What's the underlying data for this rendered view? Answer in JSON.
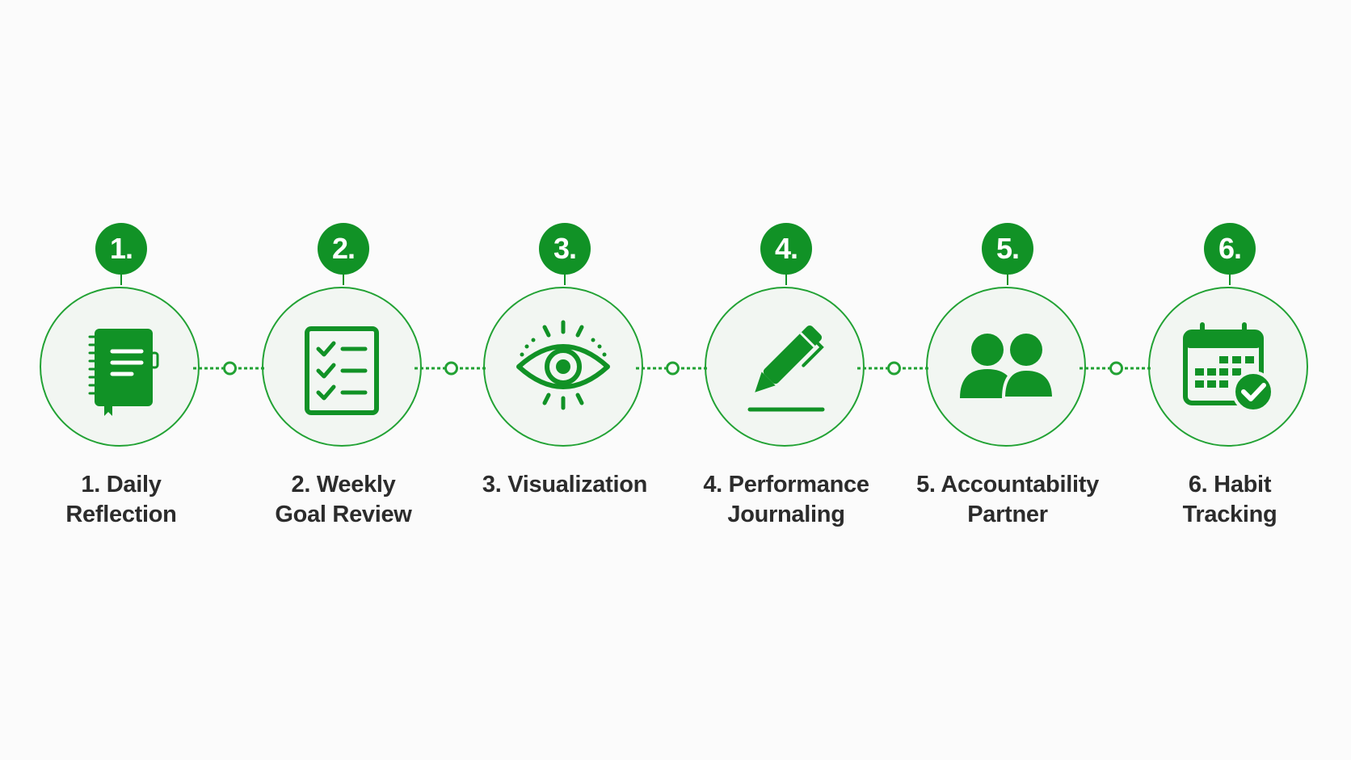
{
  "colors": {
    "accent": "#119226",
    "accent_light": "#22a234",
    "circle_fill": "#f2f6f2",
    "label_text": "#2c2c2c",
    "background": "#fbfbfb"
  },
  "steps": [
    {
      "number": "1.",
      "label_line1": "1. Daily",
      "label_line2": "Reflection",
      "icon": "notebook-icon"
    },
    {
      "number": "2.",
      "label_line1": "2. Weekly",
      "label_line2": "Goal Review",
      "icon": "checklist-icon"
    },
    {
      "number": "3.",
      "label_line1": "3. Visualization",
      "label_line2": "",
      "icon": "eye-icon"
    },
    {
      "number": "4.",
      "label_line1": "4. Performance",
      "label_line2": "Journaling",
      "icon": "pen-icon"
    },
    {
      "number": "5.",
      "label_line1": "5. Accountability",
      "label_line2": "Partner",
      "icon": "people-icon"
    },
    {
      "number": "6.",
      "label_line1": "6. Habit",
      "label_line2": "Tracking",
      "icon": "calendar-check-icon"
    }
  ]
}
